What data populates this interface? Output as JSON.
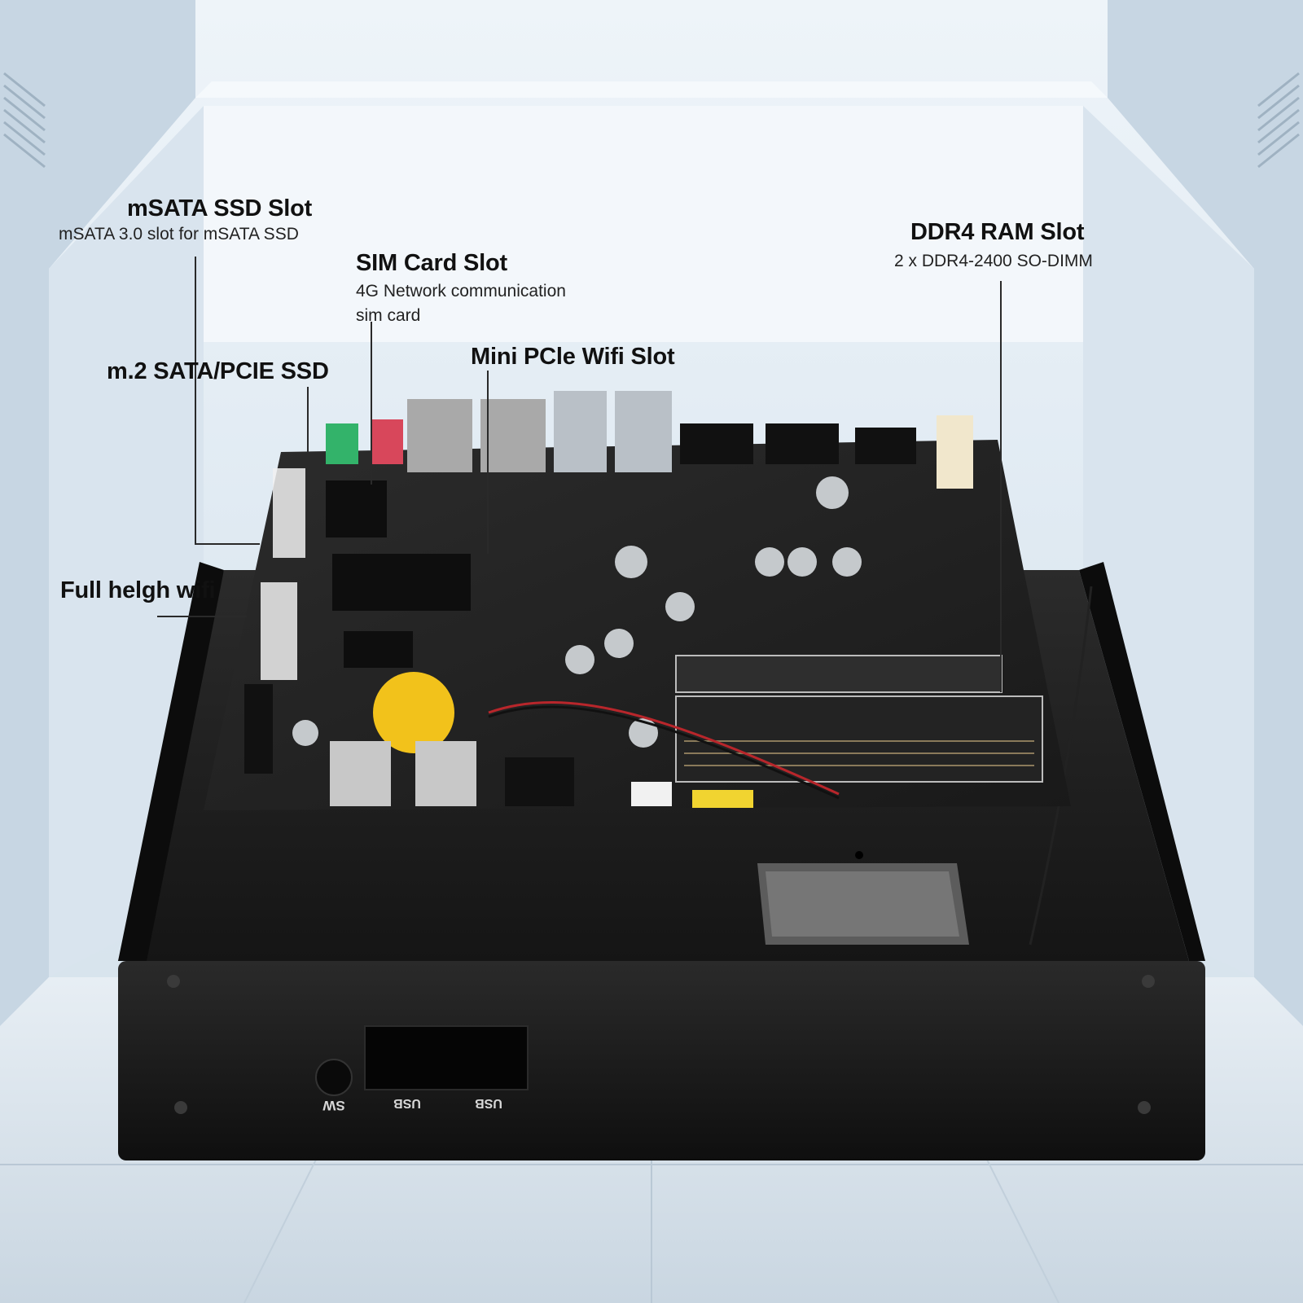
{
  "annotations": {
    "msata": {
      "title": "mSATA SSD Slot",
      "subtitle": "mSATA 3.0 slot for mSATA SSD"
    },
    "sim": {
      "title": "SIM Card Slot",
      "subtitle_line1": "4G Network communication",
      "subtitle_line2": "sim card"
    },
    "m2": {
      "title": "m.2 SATA/PCIE SSD"
    },
    "minipcie": {
      "title": "Mini PCle Wifi Slot"
    },
    "fullwifi": {
      "title": "Full helgh wifi"
    },
    "ddr4": {
      "title": "DDR4 RAM Slot",
      "subtitle": "2 x DDR4-2400 SO-DIMM"
    }
  },
  "front_panel": {
    "sw_label": "SW",
    "usb1_label": "USB",
    "usb2_label": "USB"
  },
  "colors": {
    "case": "#141414",
    "board": "#1f1f1f",
    "background": "#dfe9f2",
    "battery": "#f2c21b",
    "audio_green": "#33b36a",
    "audio_red": "#d8475b"
  }
}
